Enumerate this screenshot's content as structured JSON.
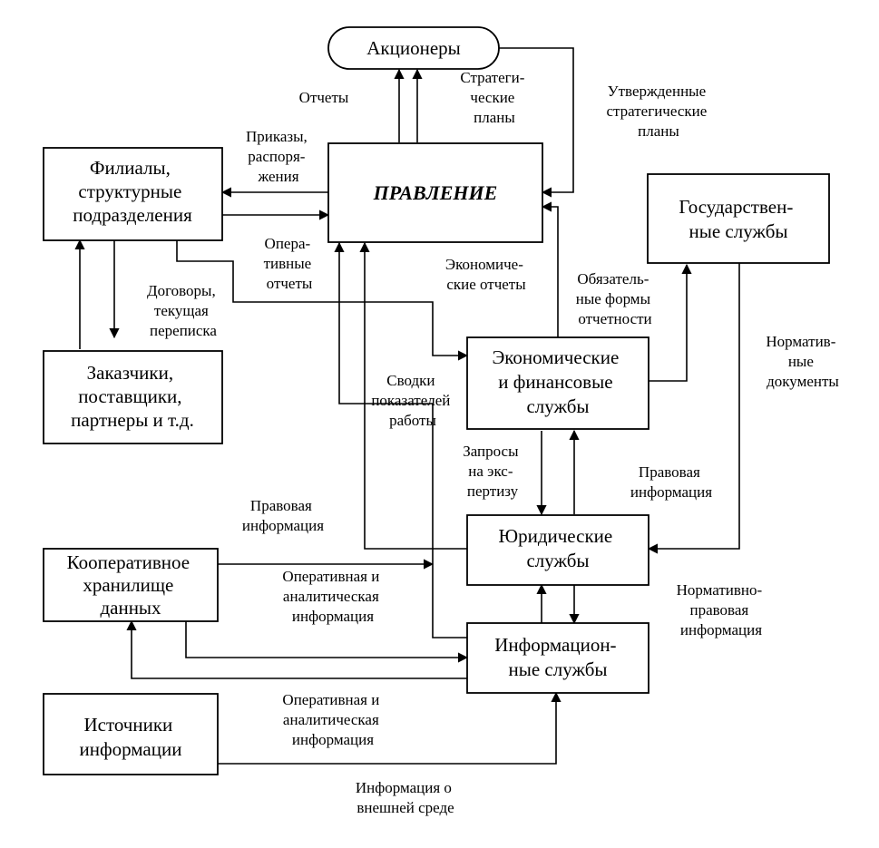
{
  "boxes": {
    "shareholders": "Акционеры",
    "board": "ПРАВЛЕНИЕ",
    "branches": [
      "Филиалы,",
      "структурные",
      "подразделения"
    ],
    "state": [
      "Государствен-",
      "ные службы"
    ],
    "clients": [
      "Заказчики,",
      "поставщики,",
      "партнеры и т.д."
    ],
    "econ": [
      "Экономические",
      "и финансовые",
      "службы"
    ],
    "legal": [
      "Юридические",
      "службы"
    ],
    "coop": [
      "Кооперативное",
      "хранилище",
      "данных"
    ],
    "info_services": [
      "Информацион-",
      "ные службы"
    ],
    "sources": [
      "Источники",
      "информации"
    ]
  },
  "edges": {
    "reports": "Отчеты",
    "strategic_plans": [
      "Стратеги-",
      "ческие",
      "планы"
    ],
    "approved_plans": [
      "Утвержденные",
      "стратегические",
      "планы"
    ],
    "orders": [
      "Приказы,",
      "распоря-",
      "жения"
    ],
    "operative_reports": [
      "Опера-",
      "тивные",
      "отчеты"
    ],
    "contracts": [
      "Договоры,",
      "текущая",
      "переписка"
    ],
    "economic_reports": [
      "Экономиче-",
      "ские отчеты"
    ],
    "mandatory_forms": [
      "Обязатель-",
      "ные формы",
      "отчетности"
    ],
    "regulatory_docs": [
      "Норматив-",
      "ные",
      "документы"
    ],
    "indicator_summaries": [
      "Сводки",
      "показателей",
      "работы"
    ],
    "expertise_requests": [
      "Запросы",
      "на экс-",
      "пертизу"
    ],
    "legal_info_right": [
      "Правовая",
      "информация"
    ],
    "legal_info_left": [
      "Правовая",
      "информация"
    ],
    "op_analytic_1": [
      "Оперативная и",
      "аналитическая",
      "информация"
    ],
    "normative_legal": [
      "Нормативно-",
      "правовая",
      "информация"
    ],
    "op_analytic_2": [
      "Оперативная и",
      "аналитическая",
      "информация"
    ],
    "external_info": [
      "Информация о",
      "внешней среде"
    ]
  }
}
